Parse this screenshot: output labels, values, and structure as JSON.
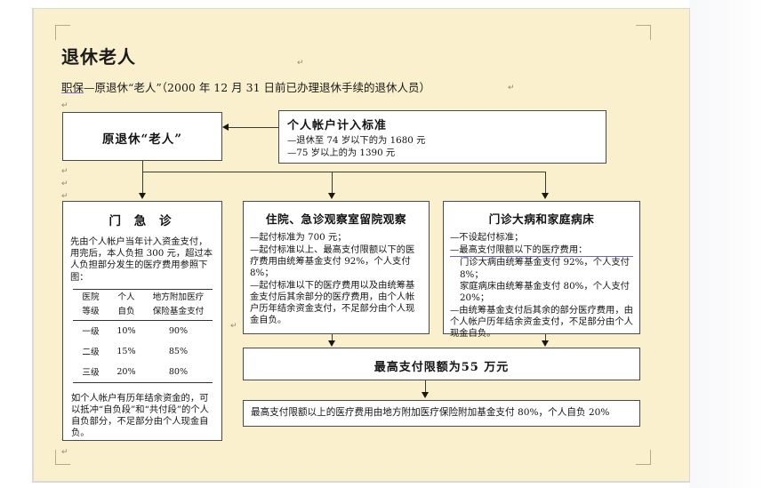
{
  "document": {
    "title": "退休老人",
    "subtitle_underlined": "职保",
    "subtitle_rest": "—原退休“老人”（2000 年 12 月 31 日前已办理退休手续的退休人员）"
  },
  "chart_data": {
    "type": "diagram",
    "title": "退休老人 医保待遇流程图",
    "nodes": [
      {
        "id": "retiree",
        "label": "原退休“老人”"
      },
      {
        "id": "account",
        "label": "个人帐户计入标准"
      },
      {
        "id": "outpatient",
        "label": "门 急 诊"
      },
      {
        "id": "inpatient",
        "label": "住院、急诊观察室留院观察"
      },
      {
        "id": "majordisease",
        "label": "门诊大病和家庭病床"
      },
      {
        "id": "cap",
        "label": "最高支付限额为55 万元"
      },
      {
        "id": "above_cap",
        "label": "最高支付限额以上的医疗费用由地方附加医疗保险附加基金支付 80%，个人自负 20%"
      }
    ],
    "edges": [
      {
        "from": "account",
        "to": "retiree",
        "dir": "left"
      },
      {
        "from": "retiree",
        "to": "outpatient",
        "dir": "down"
      },
      {
        "from": "retiree",
        "to": "inpatient",
        "dir": "down"
      },
      {
        "from": "retiree",
        "to": "majordisease",
        "dir": "down"
      },
      {
        "from": "inpatient",
        "to": "cap",
        "dir": "down"
      },
      {
        "from": "majordisease",
        "to": "cap",
        "dir": "down"
      },
      {
        "from": "cap",
        "to": "above_cap",
        "dir": "down"
      }
    ]
  },
  "boxes": {
    "retiree": {
      "title": "原退休“老人”"
    },
    "account": {
      "title": "个人帐户计入标准",
      "lines": [
        "—退休至 74 岁以下的为 1680 元",
        "—75 岁以上的为 1390 元"
      ]
    },
    "outpatient": {
      "title": "门 急 诊",
      "intro": "先由个人帐户当年计入资金支付，用完后，本人负担 300 元，超过本人负担部分发生的医疗费用参照下图：",
      "table": {
        "headers_line1": [
          "医院",
          "个人",
          "地方附加医疗"
        ],
        "headers_line2": [
          "等级",
          "自负",
          "保险基金支付"
        ],
        "rows": [
          [
            "一级",
            "10%",
            "90%"
          ],
          [
            "二级",
            "15%",
            "85%"
          ],
          [
            "三级",
            "20%",
            "80%"
          ]
        ]
      },
      "note": "如个人帐户有历年结余资金的，可以抵冲“自负段”和“共付段”的个人自负部分，不足部分由个人现金自负。"
    },
    "inpatient": {
      "title": "住院、急诊观察室留院观察",
      "lines": [
        "—起付标准为 700 元；",
        "—起付标准以上、最高支付限额以下的医疗费用由统筹基金支付 92%，个人支付 8%；",
        "—起付标准以下的医疗费用以及由统筹基金支付后其余部分的医疗费用，由个人帐户历年结余资金支付，不足部分由个人现金自负。"
      ]
    },
    "major_disease": {
      "title": "门诊大病和家庭病床",
      "line1": "—不设起付标准；",
      "line2": "—最高支付限额以下的医疗费用：",
      "line3": "门诊大病由统筹基金支付 92%，个人支付 8%；",
      "line4": "家庭病床由统筹基金支付 80%，个人支付 20%；",
      "line5": "—由统筹基金支付后其余的部分医疗费用，由个人帐户历年结余资金支付，不足部分由个人现金自负。"
    },
    "cap": {
      "title": "最高支付限额为55 万元"
    },
    "above_cap": {
      "text": "最高支付限额以上的医疗费用由地方附加医疗保险附加基金支付 80%，个人自负 20%"
    }
  },
  "marks": {
    "pilcrow": "↵"
  }
}
